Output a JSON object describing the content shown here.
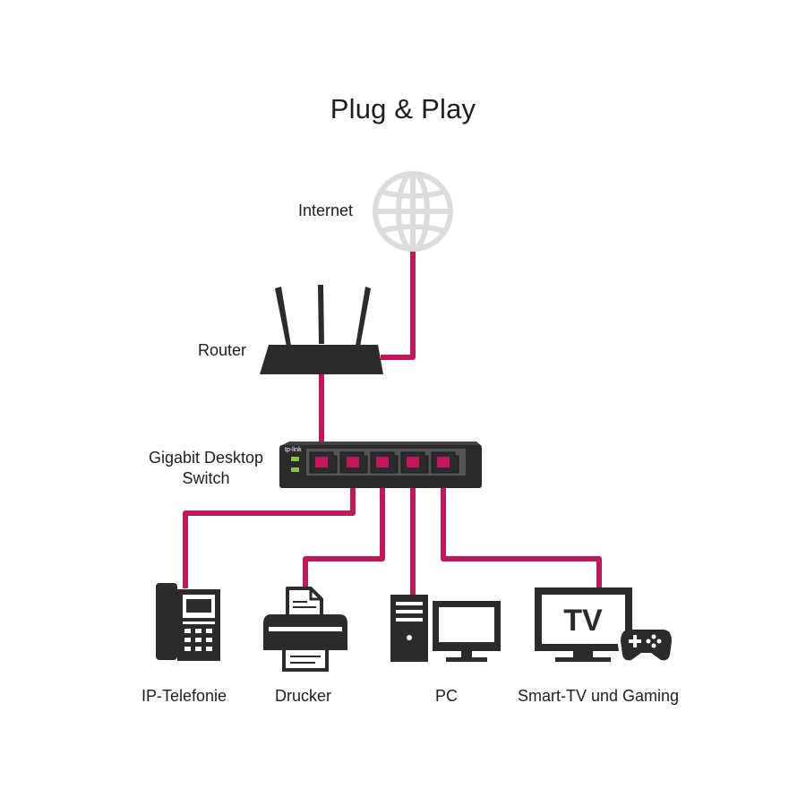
{
  "title": "Plug & Play",
  "labels": {
    "internet": "Internet",
    "router": "Router",
    "switch_line1": "Gigabit Desktop",
    "switch_line2": "Switch",
    "phone": "IP-Telefonie",
    "printer": "Drucker",
    "pc": "PC",
    "tv_gaming": "Smart-TV und Gaming"
  },
  "switch_brand": "tp-link",
  "tv_screen_text": "TV",
  "colors": {
    "cable": "#c2185b",
    "device": "#2b2b2b",
    "globe": "#dcdcdc"
  }
}
